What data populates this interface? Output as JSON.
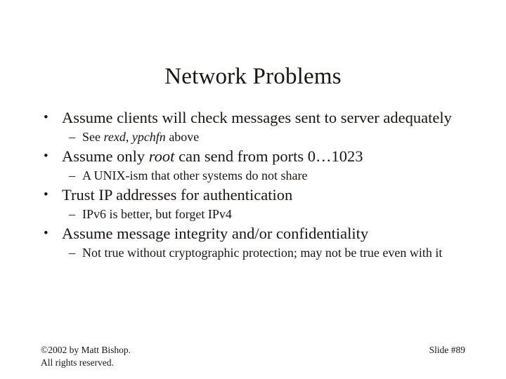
{
  "slide": {
    "title": "Network Problems",
    "bullet_marker_level1": "•",
    "bullet_marker_level2": "–",
    "content": [
      {
        "level": 1,
        "text": "Assume clients will check messages sent to server adequately"
      },
      {
        "level": 2,
        "text_plain": "See rexd, ypchfn above",
        "prefix": "See ",
        "italic_1": "rexd",
        "separator": ", ",
        "italic_2": "ypchfn",
        "suffix": " above"
      },
      {
        "level": 1,
        "text_plain": "Assume only root can send from ports 0…1023",
        "prefix": "Assume only ",
        "italic_1": "root",
        "suffix": " can send from ports 0…1023"
      },
      {
        "level": 2,
        "text": "A UNIX-ism that other systems do not share"
      },
      {
        "level": 1,
        "text": "Trust IP addresses for authentication"
      },
      {
        "level": 2,
        "text": "IPv6 is better, but forget IPv4"
      },
      {
        "level": 1,
        "text": "Assume message integrity and/or confidentiality"
      },
      {
        "level": 2,
        "text": "Not true without cryptographic protection; may not be true even with it"
      }
    ]
  },
  "footer": {
    "copyright_line1": "©2002 by Matt Bishop.",
    "copyright_line2": "All rights reserved.",
    "slide_number": "Slide #89"
  },
  "colors": {
    "background": "#ffffff",
    "text": "#1a1512"
  }
}
